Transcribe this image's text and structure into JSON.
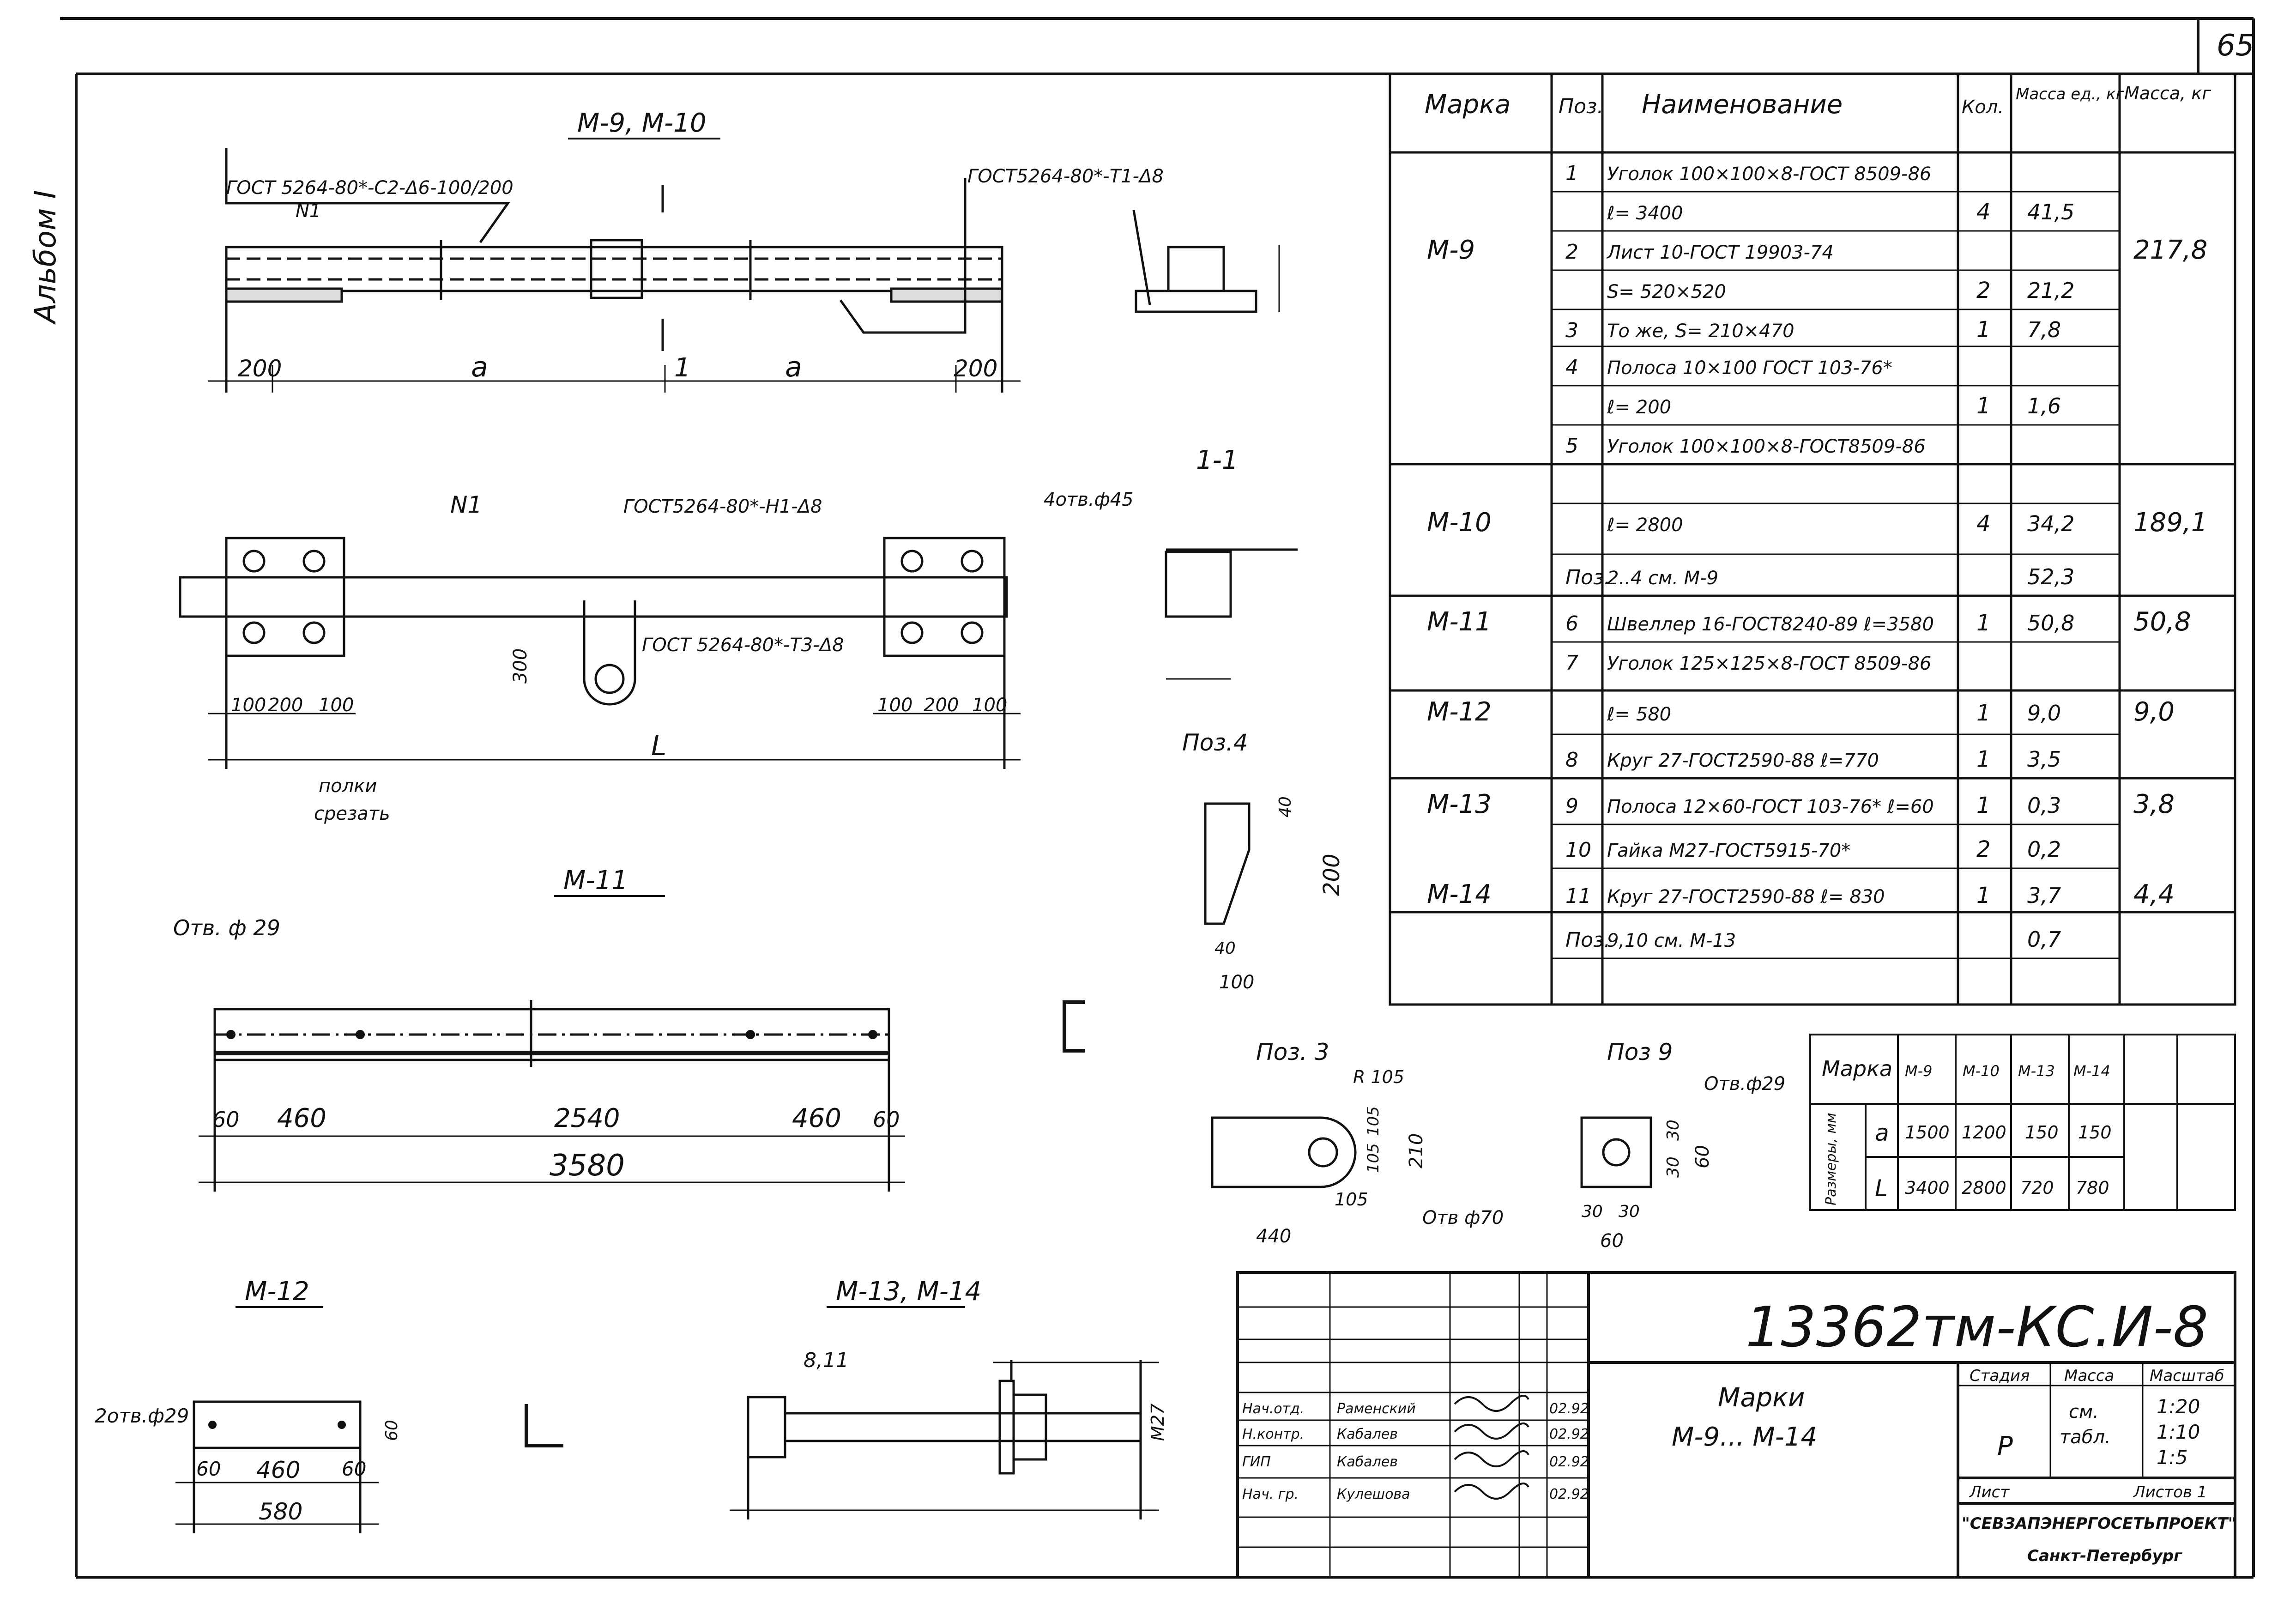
{
  "sheet": {
    "page_number": "65",
    "album_label": "Альбом I",
    "drawing_code": "13362тм-КС.И-8",
    "title_line1": "Марки",
    "title_line2": "М-9... М-14",
    "stage_header": "Стадия",
    "mass_header": "Масса",
    "scale_header": "Масштаб",
    "stage_value": "Р",
    "mass_value1": "см.",
    "mass_value2": "табл.",
    "scale_1": "1:20",
    "scale_2": "1:10",
    "scale_3": "1:5",
    "sheet_label": "Лист",
    "sheets_label": "Листов 1",
    "org_name": "\"СЕВЗАПЭНЕРГОСЕТЬПРОЕКТ\"",
    "org_city": "Санкт-Петербург",
    "signatures": [
      {
        "role": "Нач.отд.",
        "name": "Раменский",
        "date": "02.92"
      },
      {
        "role": "Н.контр.",
        "name": "Кабалев",
        "date": "02.92"
      },
      {
        "role": "ГИП",
        "name": "Кабалев",
        "date": "02.92"
      },
      {
        "role": "Нач. гр.",
        "name": "Кулешова",
        "date": "02.92"
      }
    ]
  },
  "spec_table": {
    "headers": [
      "Марка",
      "Поз.",
      "Наименование",
      "Кол.",
      "Масса ед., кг",
      "Масса, кг"
    ],
    "rows": [
      {
        "mark": "",
        "pos": "1",
        "name": "Уголок 100×100×8-ГОСТ 8509-86",
        "qty": "",
        "unit_mass": "",
        "mass": ""
      },
      {
        "mark": "",
        "pos": "",
        "name": "ℓ= 3400",
        "qty": "4",
        "unit_mass": "41,5",
        "mass": ""
      },
      {
        "mark": "М-9",
        "pos": "2",
        "name": "Лист 10-ГОСТ 19903-74",
        "qty": "",
        "unit_mass": "",
        "mass": "217,8"
      },
      {
        "mark": "",
        "pos": "",
        "name": "S= 520×520",
        "qty": "2",
        "unit_mass": "21,2",
        "mass": ""
      },
      {
        "mark": "",
        "pos": "3",
        "name": "То же, S= 210×470",
        "qty": "1",
        "unit_mass": "7,8",
        "mass": ""
      },
      {
        "mark": "",
        "pos": "4",
        "name": "Полоса 10×100 ГОСТ 103-76*",
        "qty": "",
        "unit_mass": "",
        "mass": ""
      },
      {
        "mark": "",
        "pos": "",
        "name": "ℓ= 200",
        "qty": "1",
        "unit_mass": "1,6",
        "mass": ""
      },
      {
        "mark": "",
        "pos": "5",
        "name": "Уголок 100×100×8-ГОСТ8509-86",
        "qty": "",
        "unit_mass": "",
        "mass": ""
      },
      {
        "mark": "М-10",
        "pos": "",
        "name": "ℓ= 2800",
        "qty": "4",
        "unit_mass": "34,2",
        "mass": "189,1"
      },
      {
        "mark": "",
        "pos": "Поз.",
        "name": "2..4 см. М-9",
        "qty": "",
        "unit_mass": "52,3",
        "mass": ""
      },
      {
        "mark": "М-11",
        "pos": "6",
        "name": "Швеллер 16-ГОСТ8240-89 ℓ=3580",
        "qty": "1",
        "unit_mass": "50,8",
        "mass": "50,8"
      },
      {
        "mark": "",
        "pos": "7",
        "name": "Уголок 125×125×8-ГОСТ 8509-86",
        "qty": "",
        "unit_mass": "",
        "mass": ""
      },
      {
        "mark": "М-12",
        "pos": "",
        "name": "ℓ= 580",
        "qty": "1",
        "unit_mass": "9,0",
        "mass": "9,0"
      },
      {
        "mark": "",
        "pos": "8",
        "name": "Круг 27-ГОСТ2590-88 ℓ=770",
        "qty": "1",
        "unit_mass": "3,5",
        "mass": ""
      },
      {
        "mark": "М-13",
        "pos": "9",
        "name": "Полоса 12×60-ГОСТ 103-76* ℓ=60",
        "qty": "1",
        "unit_mass": "0,3",
        "mass": "3,8"
      },
      {
        "mark": "",
        "pos": "10",
        "name": "Гайка М27-ГОСТ5915-70*",
        "qty": "2",
        "unit_mass": "0,2",
        "mass": ""
      },
      {
        "mark": "М-14",
        "pos": "11",
        "name": "Круг 27-ГОСТ2590-88 ℓ= 830",
        "qty": "1",
        "unit_mass": "3,7",
        "mass": "4,4"
      },
      {
        "mark": "",
        "pos": "Поз.",
        "name": "9,10 см. М-13",
        "qty": "",
        "unit_mass": "0,7",
        "mass": ""
      }
    ]
  },
  "size_table": {
    "header": "Марка",
    "marks": [
      "М-9",
      "М-10",
      "М-13",
      "М-14"
    ],
    "group_label": "Размеры, мм",
    "rows": [
      {
        "label": "a",
        "values": [
          "1500",
          "1200",
          "150",
          "150"
        ]
      },
      {
        "label": "L",
        "values": [
          "3400",
          "2800",
          "720",
          "780"
        ]
      }
    ]
  },
  "views": {
    "m9_title": "М-9, М-10",
    "weld1": "ГОСТ 5264-80*-С2-Δ6-100/200",
    "weld1_sub": "N1",
    "weld2": "ГОСТ5264-80*-Т1-Δ8",
    "weld3": "ГОСТ5264-80*-Н1-Δ8",
    "weld4": "ГОСТ 5264-80*-Т3-Δ8",
    "weld3_sub": "N1",
    "section_label": "1-1",
    "holes": "4отв.ф45",
    "cut_note1": "полки",
    "cut_note2": "срезать",
    "dims_m9": {
      "left": "200",
      "a1": "a",
      "mid": "1",
      "a2": "a",
      "right": "200"
    },
    "dims_plan": {
      "d1": "100",
      "d2": "200",
      "d3": "100",
      "L": "L",
      "d4": "100",
      "d5": "200",
      "d6": "100",
      "h300": "300"
    },
    "m11_title": "М-11",
    "m11_holes": "Отв. ф 29",
    "m11_dims": {
      "a": "60",
      "b": "460",
      "c": "2540",
      "d": "460",
      "e": "60",
      "total": "3580"
    },
    "m12_title": "М-12",
    "m12_holes": "2отв.ф29",
    "m12_dims": {
      "a": "60",
      "b": "460",
      "c": "60",
      "total": "580",
      "h": "60"
    },
    "m13_title": "М-13, М-14",
    "m13_pos": "8,11",
    "m13_thread": "M27",
    "poz4_title": "Поз.4",
    "poz4_dims": {
      "h": "200",
      "top": "40",
      "bottom": "40",
      "w": "100"
    },
    "poz3_title": "Поз. 3",
    "poz3_dims": {
      "r": "R 105",
      "a": "105",
      "b": "105",
      "h": "210",
      "l1": "105",
      "l2": "440",
      "hole": "Отв ф70"
    },
    "poz9_title": "Поз 9",
    "poz9_dims": {
      "hole": "Отв.ф29",
      "a": "30",
      "b": "30",
      "h": "60",
      "c": "30",
      "d": "30",
      "w": "60"
    }
  }
}
